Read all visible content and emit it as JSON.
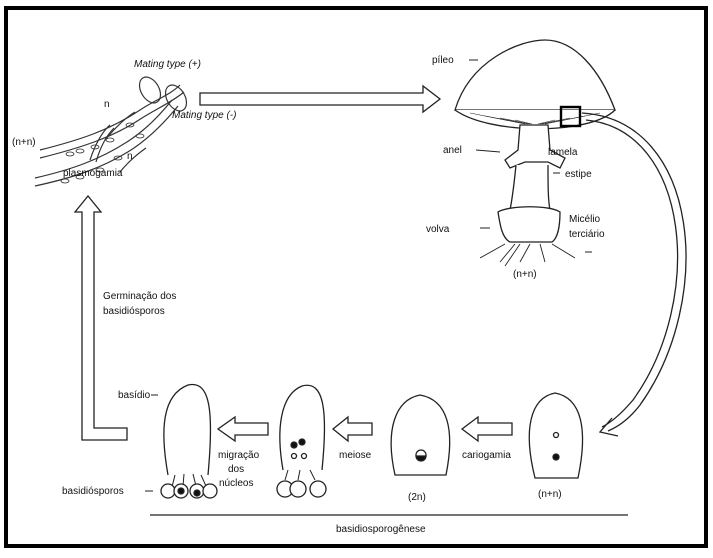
{
  "colors": {
    "frame": "#000000",
    "ink": "#222222",
    "fill": "#ffffff"
  },
  "top_left": {
    "mating_plus": "Mating type (+)",
    "mating_minus": "Mating type (-)",
    "n_upper": "n",
    "n_lower": "n",
    "nn_label": "(n+n)",
    "plasmogamia": "plasmogamia"
  },
  "mushroom": {
    "pileo": "píleo",
    "anel": "anel",
    "lamela": "lamela",
    "estipe": "estipe",
    "volva": "volva",
    "micelio_1": "Micélio",
    "micelio_2": "terciário",
    "nn": "(n+n)"
  },
  "left_arrow": {
    "line1": "Germinação dos",
    "line2": "basidiósporos"
  },
  "bottom": {
    "basidio": "basídio",
    "basidiosporos": "basidiósporos",
    "migracao_1": "migração",
    "migracao_2": "dos",
    "migracao_3": "núcleos",
    "meiose": "meiose",
    "cariogamia": "cariogamia",
    "two_n": "(2n)",
    "nn": "(n+n)",
    "basidiosporogenese": "basidiosporogênese"
  }
}
